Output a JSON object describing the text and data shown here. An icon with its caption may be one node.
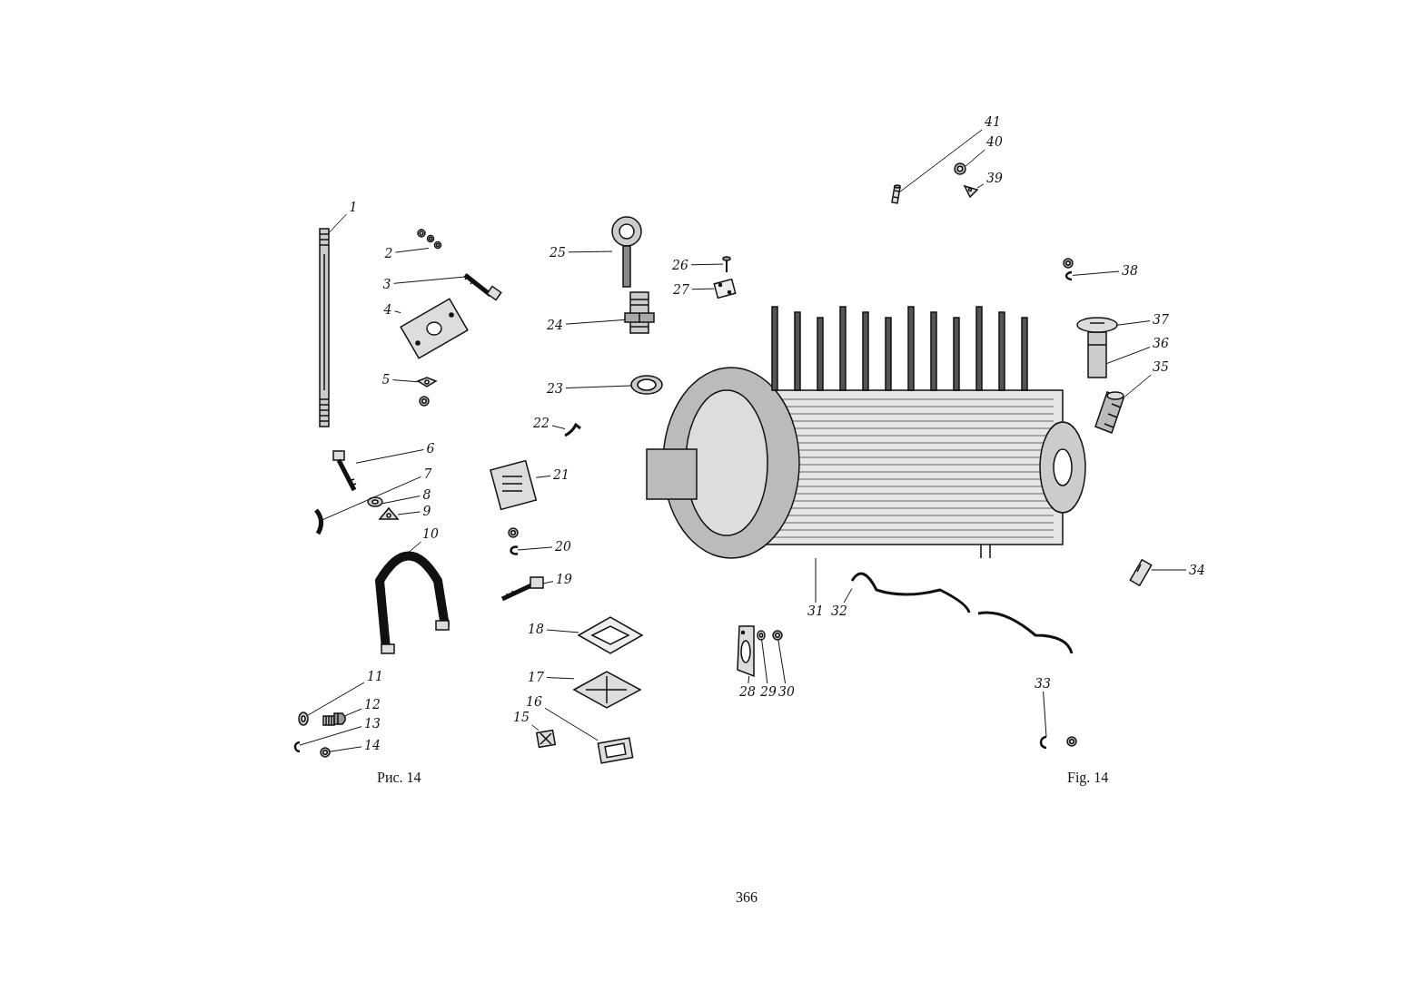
{
  "diagram": {
    "nodes": [
      {
        "text": [
          "1"
        ]
      },
      {
        "text": [
          "2"
        ]
      },
      {
        "text": [
          "3"
        ]
      },
      {
        "text": [
          "4"
        ]
      },
      {
        "text": [
          "5"
        ]
      },
      {
        "text": [
          "6"
        ]
      },
      {
        "text": [
          "7"
        ]
      },
      {
        "text": [
          "8"
        ]
      },
      {
        "text": [
          "9"
        ]
      },
      {
        "text": [
          "10"
        ]
      },
      {
        "text": [
          "11"
        ]
      },
      {
        "text": [
          "12"
        ]
      },
      {
        "text": [
          "13"
        ]
      },
      {
        "text": [
          "14"
        ]
      },
      {
        "text": [
          "15"
        ]
      },
      {
        "text": [
          "16"
        ]
      },
      {
        "text": [
          "17"
        ]
      },
      {
        "text": [
          "18"
        ]
      },
      {
        "text": [
          "19"
        ]
      },
      {
        "text": [
          "20"
        ]
      },
      {
        "text": [
          "21"
        ]
      },
      {
        "text": [
          "22"
        ]
      },
      {
        "text": [
          "23"
        ]
      },
      {
        "text": [
          "24"
        ]
      },
      {
        "text": [
          "25"
        ]
      },
      {
        "text": [
          "26"
        ]
      },
      {
        "text": [
          "27"
        ]
      },
      {
        "text": [
          "28"
        ]
      },
      {
        "text": [
          "29"
        ]
      },
      {
        "text": [
          "30"
        ]
      },
      {
        "text": [
          "31"
        ]
      },
      {
        "text": [
          "32"
        ]
      },
      {
        "text": [
          "33"
        ]
      },
      {
        "text": [
          "34"
        ]
      },
      {
        "text": [
          "35"
        ]
      },
      {
        "text": [
          "36"
        ]
      },
      {
        "text": [
          "37"
        ]
      },
      {
        "text": [
          "38"
        ]
      },
      {
        "text": [
          "39"
        ]
      },
      {
        "text": [
          "40"
        ]
      },
      {
        "text": [
          "41"
        ]
      },
      {
        "text": [],
        "shape": "picture"
      },
      {
        "text": [],
        "shape": "picture"
      },
      {
        "text": [],
        "shape": "picture"
      },
      {
        "text": [],
        "shape": "picture"
      },
      {
        "text": [],
        "shape": "picture"
      },
      {
        "text": [],
        "shape": "picture"
      },
      {
        "text": [],
        "shape": "picture"
      },
      {
        "text": [],
        "shape": "picture"
      },
      {
        "text": [],
        "shape": "picture"
      },
      {
        "text": [],
        "shape": "picture"
      },
      {
        "text": [],
        "shape": "picture"
      },
      {
        "text": [],
        "shape": "picture"
      },
      {
        "text": [],
        "shape": "picture"
      },
      {
        "text": [],
        "shape": "picture"
      },
      {
        "text": [],
        "shape": "picture"
      },
      {
        "text": [],
        "shape": "picture"
      },
      {
        "text": [],
        "shape": "picture"
      },
      {
        "text": [],
        "shape": "picture"
      },
      {
        "text": [],
        "shape": "picture"
      },
      {
        "text": [],
        "shape": "picture"
      },
      {
        "text": [],
        "shape": "picture"
      },
      {
        "text": [],
        "shape": "picture"
      },
      {
        "text": [],
        "shape": "picture"
      },
      {
        "text": [],
        "shape": "picture"
      },
      {
        "text": [],
        "shape": "picture"
      },
      {
        "text": [],
        "shape": "picture"
      },
      {
        "text": [],
        "shape": "picture"
      },
      {
        "text": [],
        "shape": "picture"
      },
      {
        "text": [],
        "shape": "picture"
      },
      {
        "text": [],
        "shape": "picture"
      },
      {
        "text": [],
        "shape": "picture"
      },
      {
        "text": [],
        "shape": "picture"
      },
      {
        "text": [],
        "shape": "picture"
      },
      {
        "text": [],
        "shape": "picture"
      },
      {
        "text": [],
        "shape": "picture"
      },
      {
        "text": [],
        "shape": "picture"
      },
      {
        "text": [],
        "shape": "picture"
      },
      {
        "text": [],
        "shape": "picture"
      },
      {
        "text": [],
        "shape": "picture"
      },
      {
        "text": [],
        "shape": "picture"
      },
      {
        "text": [],
        "shape": "picture"
      }
    ],
    "edges": [
      {
        "from": 0,
        "to": 41,
        "arrow": "none"
      },
      {
        "from": 1,
        "to": 42,
        "arrow": "none"
      },
      {
        "from": 2,
        "to": 43,
        "arrow": "none"
      },
      {
        "from": 3,
        "to": 44,
        "arrow": "none"
      },
      {
        "from": 4,
        "to": 45,
        "arrow": "none"
      },
      {
        "from": 5,
        "to": 46,
        "arrow": "none"
      },
      {
        "from": 6,
        "to": 47,
        "arrow": "none"
      },
      {
        "from": 7,
        "to": 48,
        "arrow": "none"
      },
      {
        "from": 8,
        "to": 49,
        "arrow": "none"
      },
      {
        "from": 9,
        "to": 50,
        "arrow": "none"
      },
      {
        "from": 10,
        "to": 51,
        "arrow": "none"
      },
      {
        "from": 11,
        "to": 52,
        "arrow": "none"
      },
      {
        "from": 12,
        "to": 53,
        "arrow": "none"
      },
      {
        "from": 13,
        "to": 54,
        "arrow": "none"
      },
      {
        "from": 14,
        "to": 55,
        "arrow": "none"
      },
      {
        "from": 15,
        "to": 56,
        "arrow": "none"
      },
      {
        "from": 16,
        "to": 57,
        "arrow": "none"
      },
      {
        "from": 17,
        "to": 58,
        "arrow": "none"
      },
      {
        "from": 18,
        "to": 59,
        "arrow": "none"
      },
      {
        "from": 19,
        "to": 60,
        "arrow": "none"
      },
      {
        "from": 20,
        "to": 61,
        "arrow": "none"
      },
      {
        "from": 21,
        "to": 62,
        "arrow": "none"
      },
      {
        "from": 22,
        "to": 63,
        "arrow": "none"
      },
      {
        "from": 23,
        "to": 64,
        "arrow": "none"
      },
      {
        "from": 24,
        "to": 65,
        "arrow": "none"
      },
      {
        "from": 25,
        "to": 66,
        "arrow": "none"
      },
      {
        "from": 26,
        "to": 67,
        "arrow": "none"
      },
      {
        "from": 27,
        "to": 68,
        "arrow": "none"
      },
      {
        "from": 28,
        "to": 69,
        "arrow": "none"
      },
      {
        "from": 29,
        "to": 70,
        "arrow": "none"
      },
      {
        "from": 30,
        "to": 71,
        "arrow": "none"
      },
      {
        "from": 31,
        "to": 72,
        "arrow": "none"
      },
      {
        "from": 32,
        "to": 73,
        "arrow": "none"
      },
      {
        "from": 33,
        "to": 74,
        "arrow": "none"
      },
      {
        "from": 34,
        "to": 75,
        "arrow": "none"
      },
      {
        "from": 35,
        "to": 76,
        "arrow": "none"
      },
      {
        "from": 36,
        "to": 77,
        "arrow": "none"
      },
      {
        "from": 37,
        "to": 78,
        "arrow": "none"
      },
      {
        "from": 38,
        "to": 79,
        "arrow": "none"
      },
      {
        "from": 39,
        "to": 80,
        "arrow": "none"
      },
      {
        "from": 40,
        "to": 81,
        "arrow": "none"
      }
    ],
    "labels": [
      "Рис. 14",
      "Fig. 14",
      "366"
    ]
  }
}
